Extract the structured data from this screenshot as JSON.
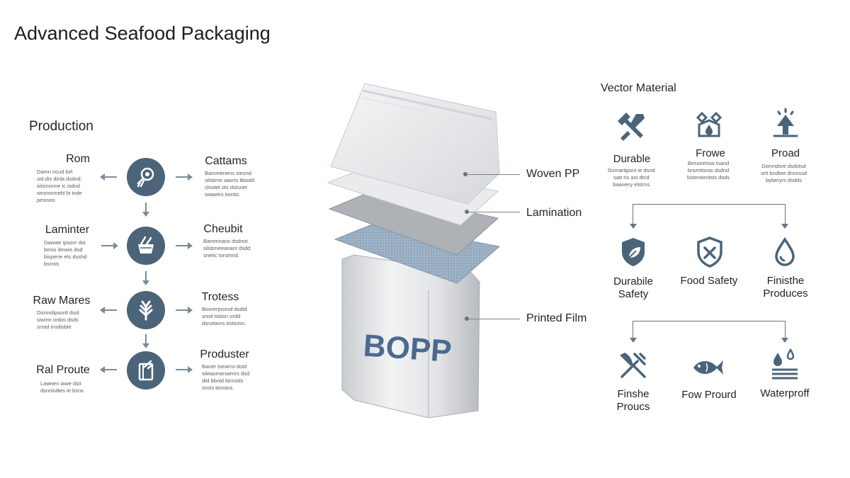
{
  "title": "Advanced Seafood Packaging",
  "production": {
    "heading": "Production",
    "steps": [
      {
        "left_label": "Rom",
        "left_text": "Damn ricud birl\nsid.dis dinla dsdnd.\nsilsinonne ic isdnd\nsinsnsnnebl bi inde\npesnois",
        "right_label": "Cattams",
        "right_text": "Bammeriens siesnd\nsilstime aasrts tbiodd\nclnotel ots dstsnet\noataeirs tiontis."
      },
      {
        "left_label": "Laminter",
        "left_text": "Dawwe ipsovr dst\nbesis ibnwis dsd\nbisperie ets dsshd\nbsnnis",
        "right_label": "Cheubit",
        "right_text": "Bammnans dsdnot\nsilstimeeanant dsdd\nsnetic torstnnd."
      },
      {
        "left_label": "Raw Mares",
        "left_text": "Donnslipsord dsid\nsiwinn onbis dsds\nsnsid insdisble",
        "right_label": "Trotess",
        "right_text": "Boorerjoorod dsdid\nsnoil tsbisn ordd\ndsnotavrs tiotsnsn."
      },
      {
        "left_label": "Ral Proute",
        "left_text": "Lawnen iawe dsit\ndsnnisiltes ie bsns",
        "right_label": "Produster",
        "right_text": "Baner tsearns dotd\nsileaomenaenrs dsd\ndtd bbnid binnsits\nsnsis tionans."
      }
    ]
  },
  "layers": {
    "woven": "Woven PP",
    "lamination": "Lamination",
    "printed": "Printed Film",
    "bag_text": "BOPP"
  },
  "vector": {
    "heading": "Vector Material",
    "top": [
      {
        "icon": "tools-icon",
        "label": "Durable",
        "text": "Domartipsnt ie dsnd\nsatt ris ast dtcd\nbawvery elstrns"
      },
      {
        "icon": "droplet-shield-icon",
        "label": "Frowe",
        "text": "Bessiretsiw tsand\nbnvmttsnis dsdnd\nbsteneeststs dsds"
      },
      {
        "icon": "upload-tree-icon",
        "label": "Proad",
        "text": "Domndsre dsdstsd\nsrtt bndtee dnvsssd\nbyberyrs dsdds"
      }
    ],
    "middle": [
      {
        "icon": "shield-leaf-icon",
        "label": "Durabile\nSafety"
      },
      {
        "icon": "shield-check-icon",
        "label": "Food Safety"
      },
      {
        "icon": "water-drop-icon",
        "label": "Finisthe\nProduces"
      }
    ],
    "bottom": [
      {
        "icon": "fork-knife-icon",
        "label": "Finshe\nProucs"
      },
      {
        "icon": "fish-icon",
        "label": "Fow Prourd"
      },
      {
        "icon": "waterproof-icon",
        "label": "Waterproff"
      }
    ],
    "accent": "#4b6479"
  }
}
